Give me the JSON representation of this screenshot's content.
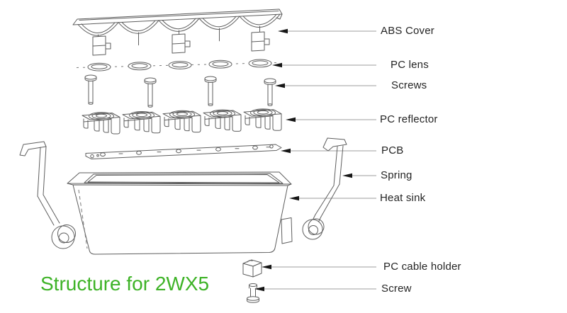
{
  "title": {
    "text": "Structure for 2WX5",
    "color": "#3eb327"
  },
  "diagram": {
    "background": "#ffffff",
    "line_color": "#5e5e5e",
    "label_color": "#242424",
    "parts": [
      {
        "id": "abs-cover",
        "label": "ABS Cover"
      },
      {
        "id": "pc-lens",
        "label": "PC lens"
      },
      {
        "id": "screws",
        "label": "Screws"
      },
      {
        "id": "pc-reflector",
        "label": "PC reflector"
      },
      {
        "id": "pcb",
        "label": "PCB"
      },
      {
        "id": "spring",
        "label": "Spring"
      },
      {
        "id": "heat-sink",
        "label": "Heat sink"
      },
      {
        "id": "pc-cable-holder",
        "label": "PC cable holder"
      },
      {
        "id": "screw",
        "label": "Screw"
      }
    ]
  }
}
